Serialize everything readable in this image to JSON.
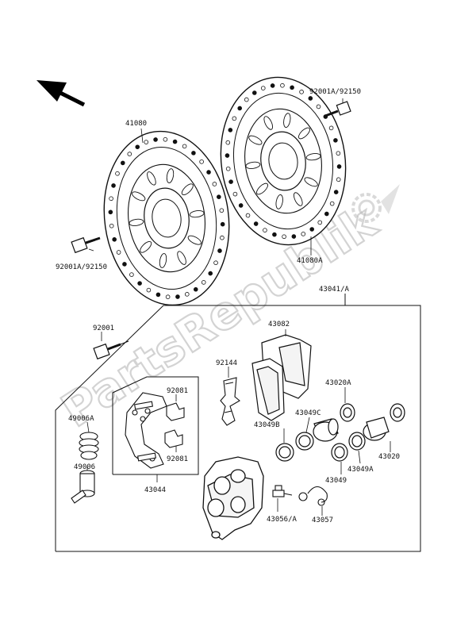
{
  "watermark": {
    "text": "PartsRepublik"
  },
  "part_labels": {
    "disc_left": "41080",
    "disc_right": "41080A",
    "bolt_left": "92001A/92150",
    "bolt_right": "92001A/92150",
    "caliper_assy": "43041/A",
    "pad_set": "43082",
    "bolt_caliper": "92001",
    "spring": "92144",
    "boot": "49006A",
    "pin": "49006",
    "clip_upper": "92081",
    "clip_lower": "92081",
    "holder": "43044",
    "piston_a": "43020A",
    "seal_c": "43049C",
    "seal_b": "43049B",
    "seal_plain": "43049",
    "seal_a": "43049A",
    "piston": "43020",
    "bleeder": "43056/A",
    "cap": "43057"
  },
  "icons": {
    "direction": "front-arrow-icon",
    "logo": "gear-logo-icon"
  }
}
